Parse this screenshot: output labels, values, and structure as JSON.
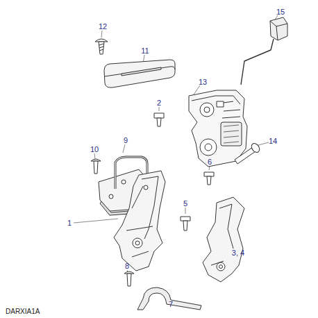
{
  "diagram": {
    "labels": [
      "12",
      "11",
      "15",
      "13",
      "10",
      "2",
      "14",
      "9",
      "6",
      "5",
      "1",
      "3, 4",
      "8",
      "7",
      "DARXIA1A"
    ]
  }
}
